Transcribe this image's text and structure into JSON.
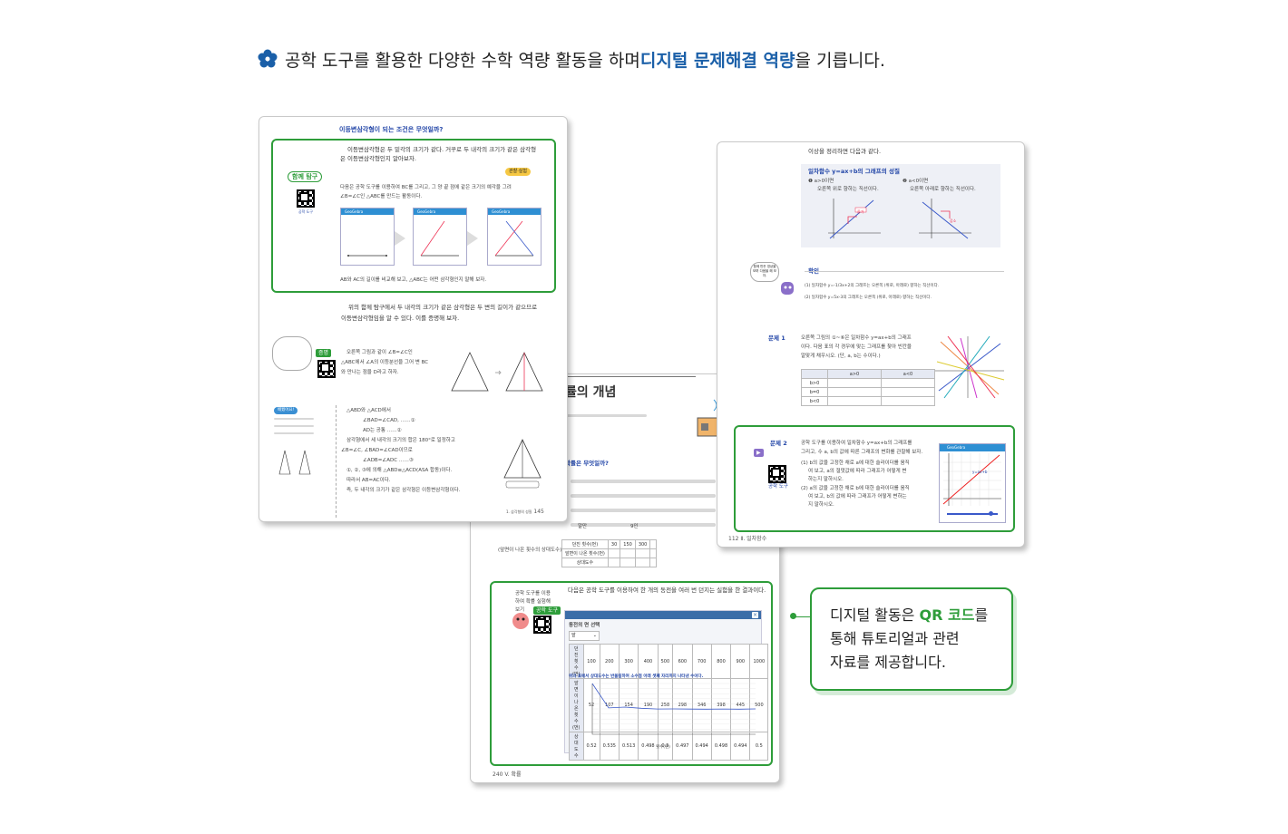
{
  "headline": {
    "part1": "공학 도구를 활용한 다양한 수학 역량 활동을 하며 ",
    "highlight": "디지털 문제해결 역량",
    "part2": "을 기릅니다."
  },
  "callout": {
    "line1_pre": "디지털 활동은 ",
    "line1_hl": "QR 코드",
    "line1_post": "를",
    "line2": "통해 튜토리얼과 관련",
    "line3": "자료를 제공합니다."
  },
  "front_page": {
    "title": "이등변삼각형이 되는 조건은 무엇일까?",
    "intro": "이등변삼각형은 두 밑각의 크기가 같다. 거꾸로 두 내각의 크기가 같은 삼각형",
    "intro2": "은 이등변삼각형인지 알아보자.",
    "badge": "함께 탐구",
    "tool_label": "공학 도구",
    "tag": "관찰·실험",
    "activity": "다음은 공학 도구를 이용하여 BC를 그리고, 그 양 끝 점에 같은 크기의 예각을 그려",
    "activity2": "∠B=∠C인 △ABC를 만드는 활동이다.",
    "question": "AB와 AC의 길이를 비교해 보고, △ABC는 어떤 삼각형인지 말해 보자.",
    "para": "위의 함께 탐구에서 두 내각의 크기가 같은 삼각형은 두 변의 길이가 같으므로",
    "para2": "이등변삼각형임을 알 수 있다. 이를 증명해 보자.",
    "proof_label": "증명",
    "proof1": "오른쪽 그림과 같이 ∠B=∠C인",
    "proof2": "△ABC에서 ∠A의 이등분선을 그어 변 BC",
    "proof3": "와 만나는 점을 D라고 하자.",
    "step1": "△ABD와 △ACD에서",
    "step2": "∠BAD=∠CAD, ……①",
    "step3": "AD는 공통 ……②",
    "step4": "삼각형에서 세 내각의 크기의 합은 180°로 일정하고",
    "step5": "∠B=∠C, ∠BAD=∠CAD이므로",
    "step6": "∠ADB=∠ADC ……③",
    "step7": "①, ②, ③에 의해 △ABD≡△ACD(ASA 합동)이다.",
    "step8": "따라서 AB=AC이다.",
    "step9": "즉, 두 내각의 크기가 같은 삼각형은 이등변삼각형이다.",
    "side_note": "배웠어요!",
    "page_num": "145",
    "chapter": "1. 삼각형의 성질",
    "geogebra": "GeoGebra",
    "bottom_left": "알만",
    "bottom_right": "9인"
  },
  "bottom_page": {
    "heading": "률의 개념",
    "sub": "확률은 무엇일까?",
    "instr": "다음은 공학 도구를 이용하여 한 개의 동전을 여러 번 던지는 실험을 한 결과이다.",
    "tool_title": "동전의 면 선택",
    "select_value": "앞",
    "row1": [
      "던진 횟수(번)",
      "100",
      "200",
      "300",
      "400",
      "500",
      "600",
      "700",
      "800",
      "900",
      "1000"
    ],
    "row2": [
      "앞면이 나온 횟수(번)",
      "52",
      "107",
      "154",
      "190",
      "258",
      "298",
      "346",
      "398",
      "445",
      "500"
    ],
    "row3": [
      "상대도수",
      "0.52",
      "0.535",
      "0.513",
      "0.498",
      "0.5",
      "0.497",
      "0.494",
      "0.498",
      "0.494",
      "0.5"
    ],
    "chart_caption": "위의 표에서 상대도수는 반올림하여 소수점 아래 셋째 자리까지 나타낸 수이다.",
    "xlabel": "횟수(번)",
    "table_rows": [
      "던진 횟수(번)",
      "앞면이 나온 횟수(번)",
      "상대도수"
    ],
    "table_cols": [
      "30",
      "150",
      "300"
    ],
    "page_num": "240",
    "chapter": "V. 확률",
    "note": "공학 도구를 이용하여 확률 실험해 보기",
    "tool_label": "공학 도구",
    "relative_label": "(앞면이 나온 횟수의 상대도수)"
  },
  "right_page": {
    "intro": "이상을 정리하면 다음과 같다.",
    "box_title": "일차함수 y=ax+b의 그래프의 성질",
    "case1": "❶ a>0이면",
    "case1_desc": "오른쪽 위로 향하는 직선이다.",
    "case2": "❷ a<0이면",
    "case2_desc": "오른쪽 아래로 향하는 직선이다.",
    "check_label": "확인",
    "check1": "(1) 일차함수 y=-1/3x+2의 그래프는 오른쪽 (위로, 아래로) 향하는 직선이다.",
    "check2": "(2) 일차함수 y=5x-3의 그래프는 오른쪽 (위로, 아래로) 향하는 직선이다.",
    "prob1_label": "문제 1",
    "prob1_text": "오른쪽 그림의 ①~⑥은 일차함수 y=ax+b의 그래프",
    "prob1_text2": "이다. 다음 표의 각 경우에 맞는 그래프를 찾아 빈칸을",
    "prob1_text3": "알맞게 채우시오. (단, a, b는 수이다.)",
    "table_head": [
      "",
      "a>0",
      "a<0"
    ],
    "table_rows": [
      "b>0",
      "b=0",
      "b<0"
    ],
    "prob2_label": "문제 2",
    "prob2_text": "공학 도구를 이용하여 일차함수 y=ax+b의 그래프를",
    "prob2_text2": "그리고, 수 a, b의 값에 따른 그래프의 변화를 관찰해 보자.",
    "prob2_q1": "(1) b의 값을 고정한 채로 a에 대한 슬라이더를 움직",
    "prob2_q1b": "여 보고, a의 절댓값에 따라 그래프가 어떻게 변",
    "prob2_q1c": "하는지 말하시오.",
    "prob2_q2": "(2) a의 값을 고정한 채로 b에 대한 슬라이더를 움직",
    "prob2_q2b": "여 보고, b의 값에 따라 그래프가 어떻게 변하는",
    "prob2_q2c": "지 말하시오.",
    "tool_label": "공학 도구",
    "increase": "증가",
    "decrease": "감소",
    "page_num": "112",
    "chapter": "Ⅱ. 일차함수",
    "formula": "y=ax+b",
    "bubble": "함께 만든 영상을 보며 다음을 해 보자."
  },
  "colors": {
    "green": "#2e9d3a",
    "blue": "#1a5fa8"
  }
}
